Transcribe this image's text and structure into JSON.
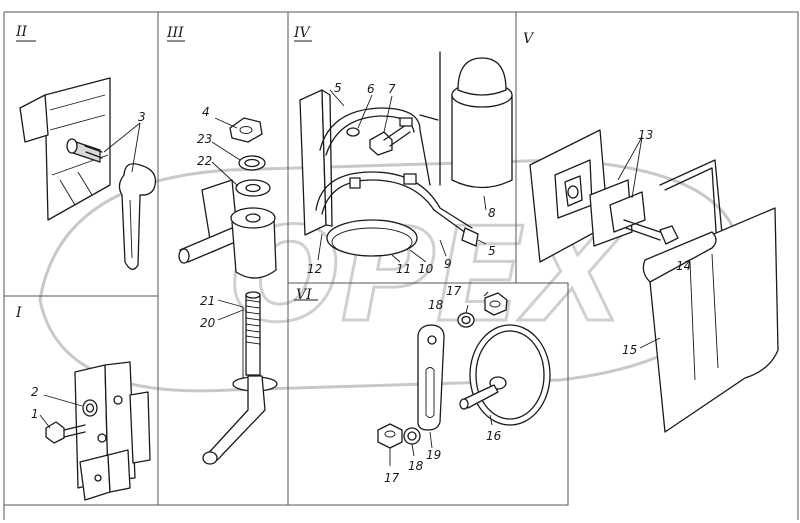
{
  "panels": {
    "I": "I",
    "II": "II",
    "III": "III",
    "IV": "IV",
    "V": "V",
    "VI": "VI"
  },
  "callouts": {
    "c1": "1",
    "c2": "2",
    "c3": "3",
    "c4": "4",
    "c5a": "5",
    "c5b": "5",
    "c6": "6",
    "c7": "7",
    "c8": "8",
    "c9": "9",
    "c10": "10",
    "c11": "11",
    "c12": "12",
    "c13": "13",
    "c14": "14",
    "c15": "15",
    "c16": "16",
    "c17a": "17",
    "c17b": "17",
    "c18a": "18",
    "c18b": "18",
    "c19": "19",
    "c20": "20",
    "c21": "21",
    "c22": "22",
    "c23": "23"
  },
  "watermark": "OPEX",
  "colors": {
    "line": "#1a1a1a",
    "watermark": "#c8c8c8",
    "background": "#ffffff"
  }
}
